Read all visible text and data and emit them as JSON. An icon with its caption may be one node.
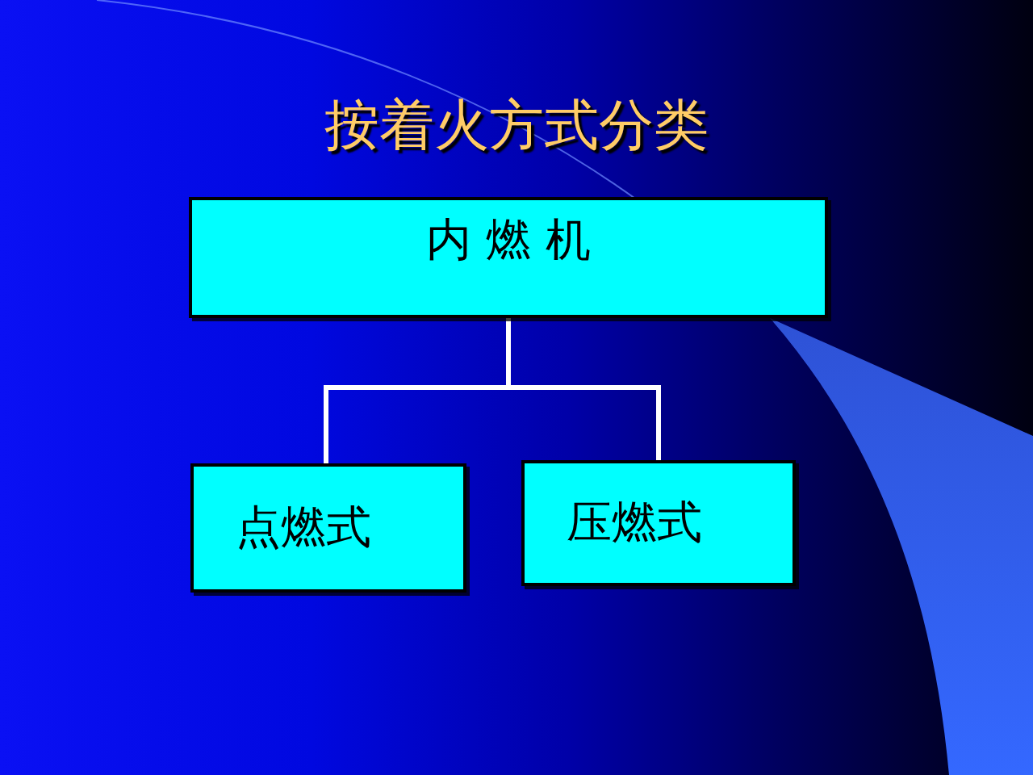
{
  "diagram": {
    "title": "按着火方式分类",
    "nodes": [
      {
        "text": [
          "内 燃 机"
        ]
      },
      {
        "text": [
          "点燃式"
        ]
      },
      {
        "text": [
          "压燃式"
        ]
      }
    ],
    "edges": [
      {
        "from": 0,
        "to": 1,
        "arrow": "none"
      },
      {
        "from": 0,
        "to": 2,
        "arrow": "none"
      }
    ]
  }
}
